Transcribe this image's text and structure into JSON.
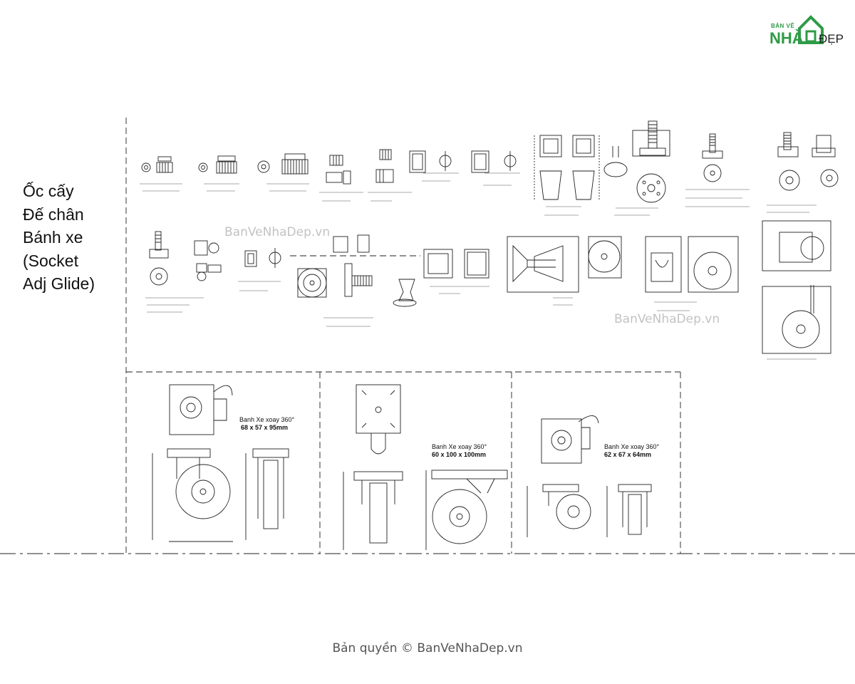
{
  "legend": [
    "Ốc cấy",
    "Đế chân",
    "Bánh xe",
    "(Socket",
    "Adj Glide)"
  ],
  "logo": {
    "top": "BẢN VẼ",
    "main": "NHÀ",
    "accent": "ĐẸP",
    "color": "#2e9b47"
  },
  "watermarks": [
    "BanVeNhaDep.vn",
    "BanVeNhaDep.vn"
  ],
  "copyright": "Bản quyền © BanVeNhaDep.vn",
  "casters": [
    {
      "title": "Banh Xe xoay 360°",
      "size": "68 x 57 x 95mm"
    },
    {
      "title": "Banh Xe xoay 360°",
      "size": "60 x 100 x 100mm"
    },
    {
      "title": "Banh Xe xoay 360°",
      "size": "62 x 67 x 64mm"
    }
  ],
  "colors": {
    "line": "#1a1a1a",
    "watermark": "#9a9a9a"
  }
}
